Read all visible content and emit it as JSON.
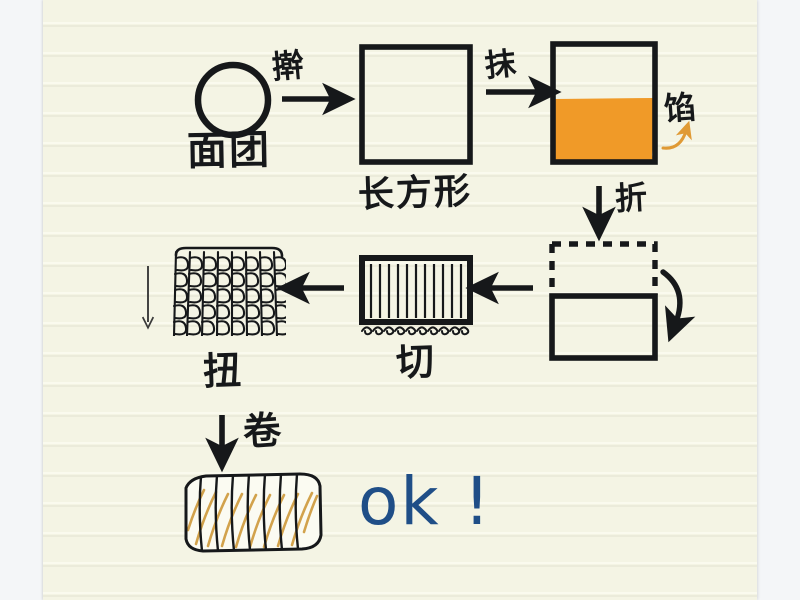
{
  "page": {
    "title": "Hand-drawn flower bun folding steps",
    "background_outside": "#f4f6f8",
    "paper_color": "#f4f4e4",
    "rule_line_color": "#e6e6d2",
    "ink_color": "#16181a",
    "filling_color": "#f09a28",
    "swirl_color": "#d2a24c",
    "ok_color": "#1f4e87"
  },
  "labels": {
    "dough": "面团",
    "roll_out": "擀",
    "rectangle": "长方形",
    "spread": "抹",
    "filling": "馅",
    "fold": "折",
    "cut": "切",
    "twist": "扭",
    "roll_up": "卷",
    "done": "ok !"
  },
  "steps": [
    {
      "id": "dough",
      "shape": "circle",
      "label": "面团",
      "action_to_next": "擀"
    },
    {
      "id": "rectangle",
      "shape": "rectangle",
      "label": "长方形",
      "action_to_next": "抹"
    },
    {
      "id": "filled",
      "shape": "rectangle-half-filled",
      "label": "馅",
      "action_to_next": "折"
    },
    {
      "id": "folded",
      "shape": "rectangle-dashed-top",
      "label": "",
      "action_to_next": ""
    },
    {
      "id": "cut",
      "shape": "rectangle-striped",
      "label": "切",
      "action_to_next": ""
    },
    {
      "id": "twist",
      "shape": "twisted-strands",
      "label": "扭",
      "action_to_next": "卷"
    },
    {
      "id": "rolled",
      "shape": "rolled-bun",
      "label": "ok !",
      "action_to_next": ""
    }
  ],
  "arrows": [
    {
      "name": "arrow-dough-to-rectangle",
      "direction": "right",
      "caption": "擀"
    },
    {
      "name": "arrow-rectangle-to-filled",
      "direction": "right",
      "caption": "抹"
    },
    {
      "name": "arrow-filling-pointer",
      "direction": "curve-left",
      "caption": "馅"
    },
    {
      "name": "arrow-filled-to-folded",
      "direction": "down",
      "caption": "折"
    },
    {
      "name": "arrow-fold-over",
      "direction": "curve-down",
      "caption": ""
    },
    {
      "name": "arrow-folded-to-cut",
      "direction": "left",
      "caption": ""
    },
    {
      "name": "arrow-cut-to-twist",
      "direction": "left",
      "caption": ""
    },
    {
      "name": "arrow-twist-down",
      "direction": "down-thin",
      "caption": ""
    },
    {
      "name": "arrow-twist-to-roll",
      "direction": "down",
      "caption": "卷"
    }
  ]
}
